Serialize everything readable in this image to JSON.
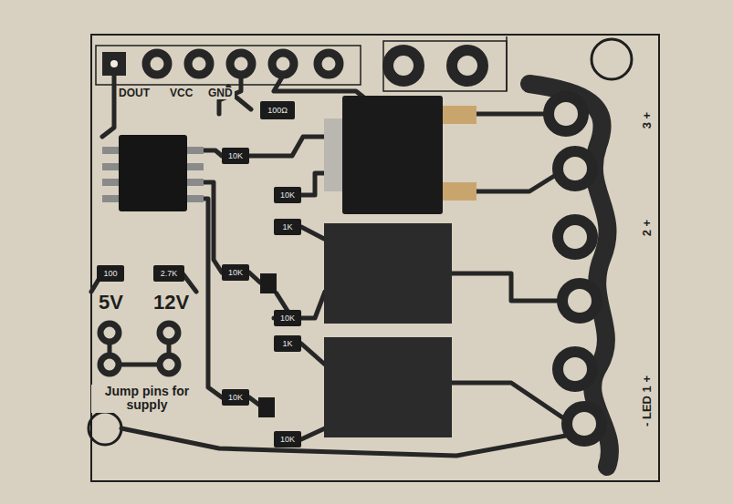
{
  "diagram": {
    "nodes": [
      {
        "text": [
          "100Ω"
        ]
      },
      {
        "text": [
          "10K"
        ]
      },
      {
        "text": [
          "10K"
        ]
      },
      {
        "text": [
          "1K"
        ]
      },
      {
        "text": [
          "100"
        ]
      },
      {
        "text": [
          "2.7K"
        ]
      },
      {
        "text": [
          "10K"
        ]
      },
      {
        "text": [
          "10K"
        ]
      },
      {
        "text": [
          "1K"
        ]
      },
      {
        "text": [
          "10K"
        ]
      },
      {
        "text": [
          "10K"
        ]
      }
    ],
    "labels": [
      "DOUT",
      "VCC",
      "GND",
      "5V",
      "12V",
      "Jump pins for supply",
      "3 +",
      "2 +",
      "- LED 1 +"
    ]
  }
}
